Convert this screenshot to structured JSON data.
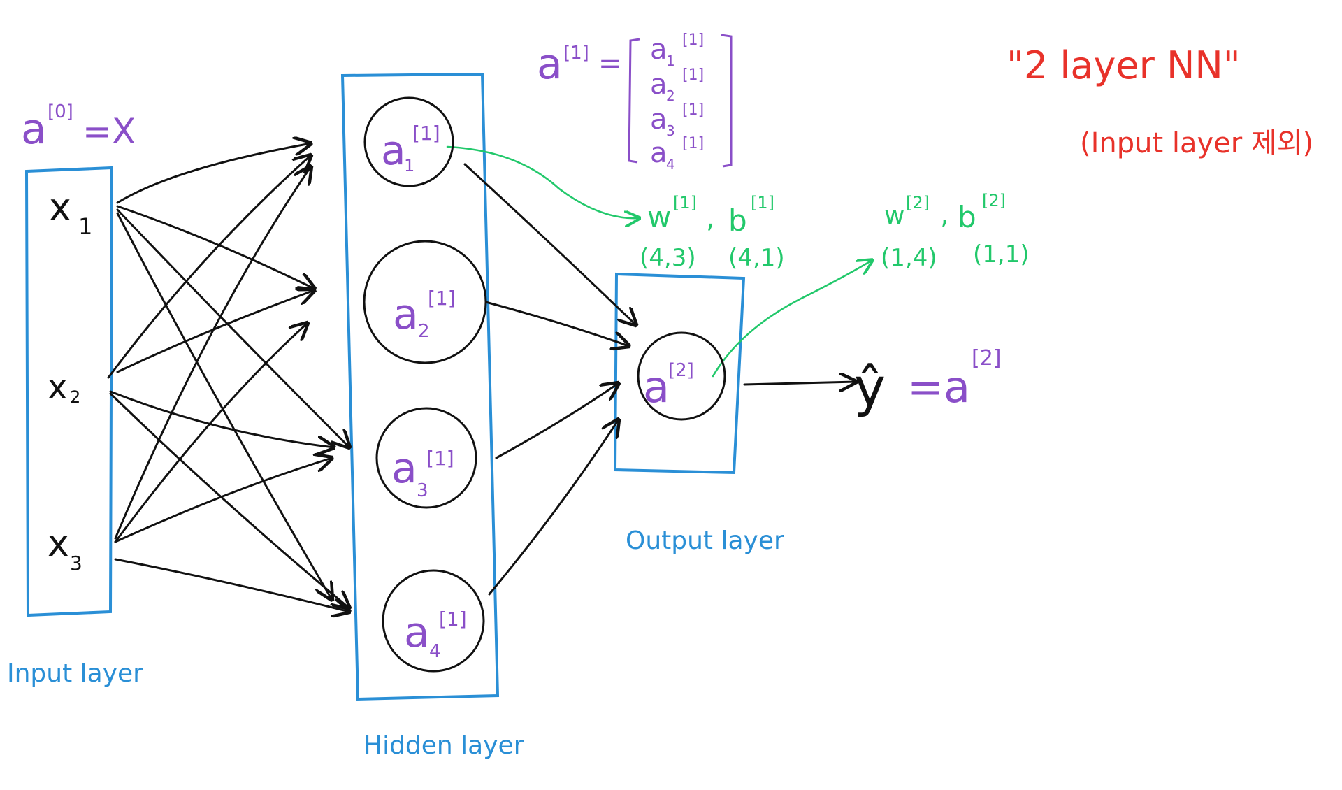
{
  "title": {
    "text": "\"2  layer  NN\"",
    "note": "(Input layer 제외)",
    "color": "#e8322a"
  },
  "input_eq": {
    "a0": "a",
    "a0_sup": "[0]",
    "eq_x": "=X"
  },
  "a1_vector": {
    "lhs": "a",
    "lhs_sup": "[1]",
    "eq": "=",
    "entries": [
      {
        "base": "a",
        "sub": "1",
        "sup": "[1]"
      },
      {
        "base": "a",
        "sub": "2",
        "sup": "[1]"
      },
      {
        "base": "a",
        "sub": "3",
        "sup": "[1]"
      },
      {
        "base": "a",
        "sub": "4",
        "sup": "[1]"
      }
    ]
  },
  "inputs": [
    {
      "base": "x",
      "sub": "1"
    },
    {
      "base": "x",
      "sub": "2"
    },
    {
      "base": "x",
      "sub": "3"
    }
  ],
  "hidden_nodes": [
    {
      "base": "a",
      "sub": "1",
      "sup": "[1]"
    },
    {
      "base": "a",
      "sub": "2",
      "sup": "[1]"
    },
    {
      "base": "a",
      "sub": "3",
      "sup": "[1]"
    },
    {
      "base": "a",
      "sub": "4",
      "sup": "[1]"
    }
  ],
  "output_node": {
    "base": "a",
    "sup": "[2]"
  },
  "params_layer1": {
    "w": "w",
    "w_sup": "[1]",
    "sep": ",",
    "b": "b",
    "b_sup": "[1]",
    "w_shape": "(4,3)",
    "b_shape": "(4,1)"
  },
  "params_layer2": {
    "w": "w",
    "w_sup": "[2]",
    "sep": ",",
    "b": "b",
    "b_sup": "[2]",
    "w_shape": "(1,4)",
    "b_shape": "(1,1)"
  },
  "yhat_eq": {
    "yhat": "ŷ",
    "rhs": "=a",
    "rhs_sup": "[2]"
  },
  "labels": {
    "input_layer": "Input layer",
    "hidden_layer": "Hidden layer",
    "output_layer": "Output layer"
  },
  "colors": {
    "ink": "#111111",
    "purple": "#8a4fc8",
    "blue": "#2a8fd6",
    "green": "#22c86b",
    "red": "#e8322a"
  }
}
